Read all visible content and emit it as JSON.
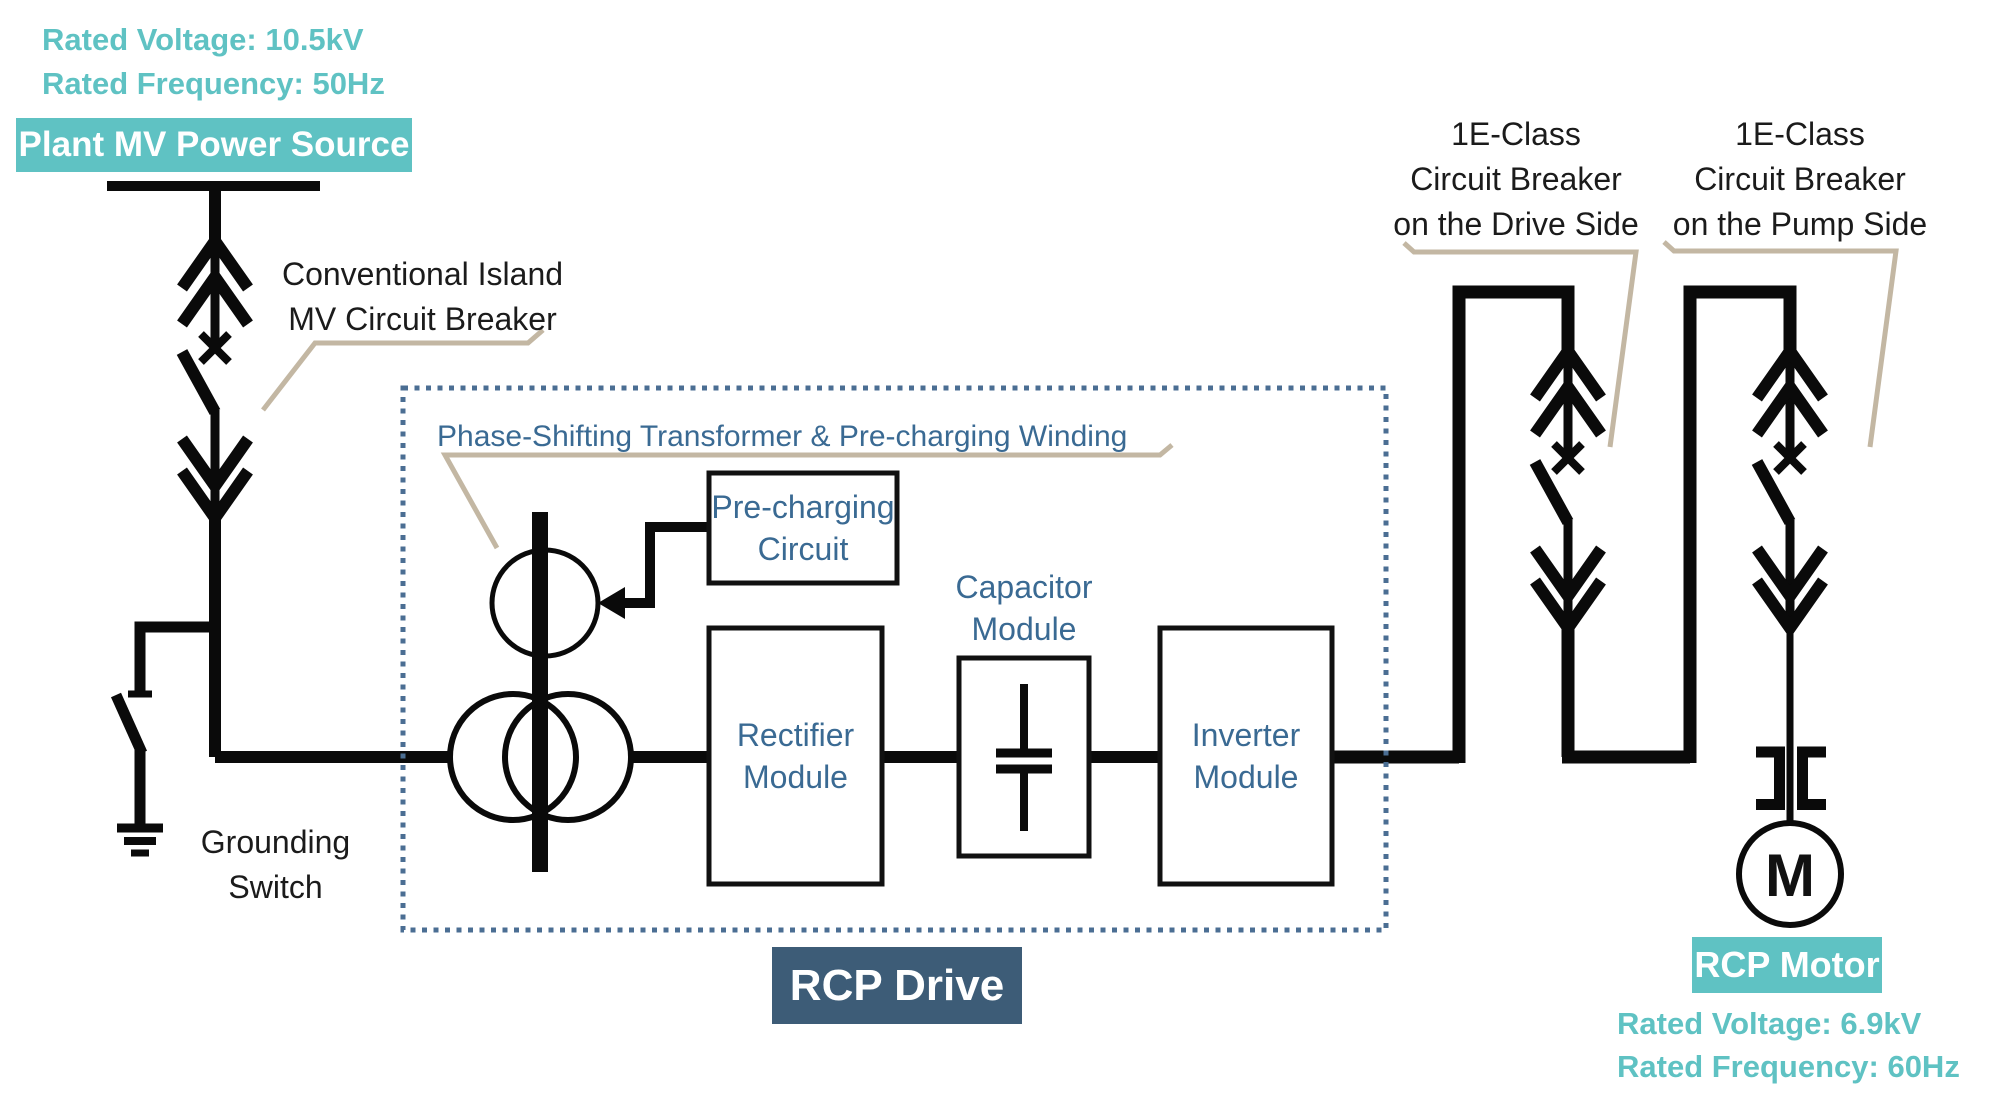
{
  "source": {
    "rated_voltage": "Rated Voltage: 10.5kV",
    "rated_frequency": "Rated Frequency: 50Hz",
    "label": "Plant MV Power Source"
  },
  "mv_breaker": {
    "line1": "Conventional Island",
    "line2": "MV Circuit Breaker"
  },
  "grounding_switch": {
    "line1": "Grounding",
    "line2": "Switch"
  },
  "rcp_drive": {
    "label": "RCP Drive",
    "transformer_label": "Phase-Shifting Transformer & Pre-charging Winding",
    "precharging_box": {
      "line1": "Pre-charging",
      "line2": "Circuit"
    },
    "rectifier": {
      "line1": "Rectifier",
      "line2": "Module"
    },
    "capacitor": {
      "line1": "Capacitor",
      "line2": "Module"
    },
    "inverter": {
      "line1": "Inverter",
      "line2": "Module"
    }
  },
  "breaker_drive_side": {
    "line1": "1E-Class",
    "line2": "Circuit Breaker",
    "line3": "on the Drive Side"
  },
  "breaker_pump_side": {
    "line1": "1E-Class",
    "line2": "Circuit Breaker",
    "line3": "on the Pump Side"
  },
  "motor": {
    "symbol": "M",
    "label": "RCP Motor",
    "rated_voltage": "Rated Voltage: 6.9kV",
    "rated_frequency": "Rated Frequency: 60Hz"
  },
  "colors": {
    "teal": "#5fc2c3",
    "slate": "#3d5c77",
    "steel_blue": "#3a6a93",
    "tan_callout": "#c3b7a3",
    "dashed_border": "#4b6e93",
    "line_black": "#0a0a0a"
  }
}
